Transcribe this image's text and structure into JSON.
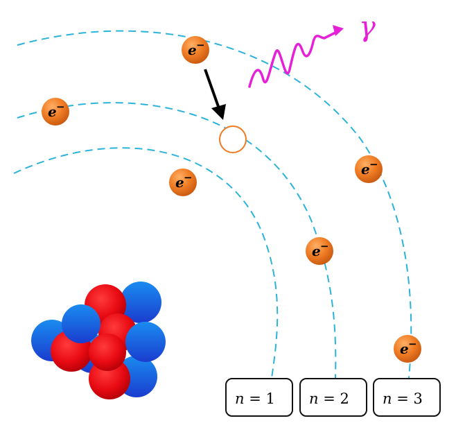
{
  "electron_label": {
    "symbol": "e",
    "charge": "−"
  },
  "photon_label": "γ",
  "levels": [
    {
      "var": "n",
      "eq": " = 1"
    },
    {
      "var": "n",
      "eq": " = 2"
    },
    {
      "var": "n",
      "eq": " = 3"
    }
  ],
  "colors": {
    "orbit": "#2bb3d9",
    "electron": "#ef7a22",
    "photon": "#e620d6",
    "proton": "#e8101a",
    "neutron": "#1f66e0",
    "transition_arrow": "#000000"
  }
}
